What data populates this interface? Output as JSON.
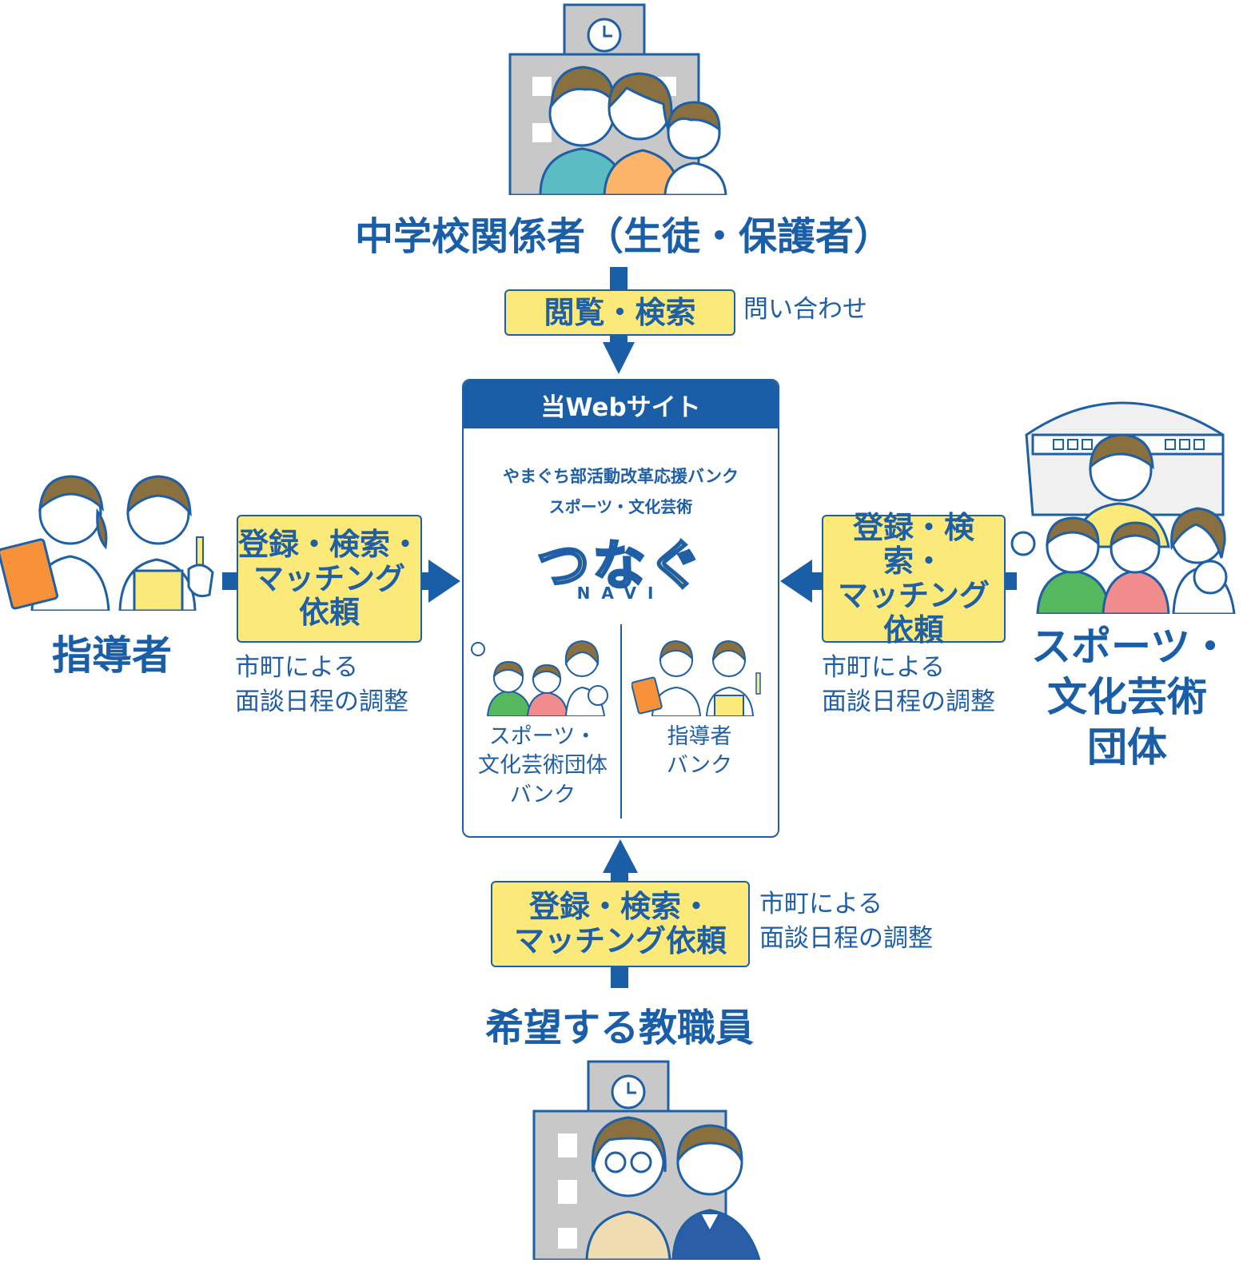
{
  "colors": {
    "primary_blue": "#1a5ea8",
    "box_yellow": "#fbe97a",
    "arrow_blue": "#1a5ea8"
  },
  "top": {
    "label": "中学校関係者（生徒・保護者）",
    "box": [
      "閲覧・検索"
    ],
    "note": [
      "問い合わせ"
    ],
    "illustration": "school-family-illustration"
  },
  "left": {
    "label": "指導者",
    "box": [
      "登録・検索・",
      "マッチング",
      "依頼"
    ],
    "note": [
      "市町による",
      "面談日程の調整"
    ],
    "illustration": "instructors-illustration"
  },
  "right": {
    "label": [
      "スポーツ・",
      "文化芸術",
      "団体"
    ],
    "box": [
      "登録・検索・",
      "マッチング",
      "依頼"
    ],
    "note": [
      "市町による",
      "面談日程の調整"
    ],
    "illustration": "sports-group-illustration"
  },
  "bottom": {
    "label": "希望する教職員",
    "box": [
      "登録・検索・",
      "マッチング依頼"
    ],
    "note": [
      "市町による",
      "面談日程の調整"
    ],
    "illustration": "school-teachers-illustration"
  },
  "site": {
    "header": "当Webサイト",
    "logo_line1": "やまぐち部活動改革応援バンク",
    "logo_line2": "スポーツ・文化芸術",
    "logo_main": "つなぐ",
    "logo_sub": "NAVI",
    "bank_left": [
      "スポーツ・",
      "文化芸術団体",
      "バンク"
    ],
    "bank_right": [
      "指導者",
      "バンク"
    ]
  }
}
